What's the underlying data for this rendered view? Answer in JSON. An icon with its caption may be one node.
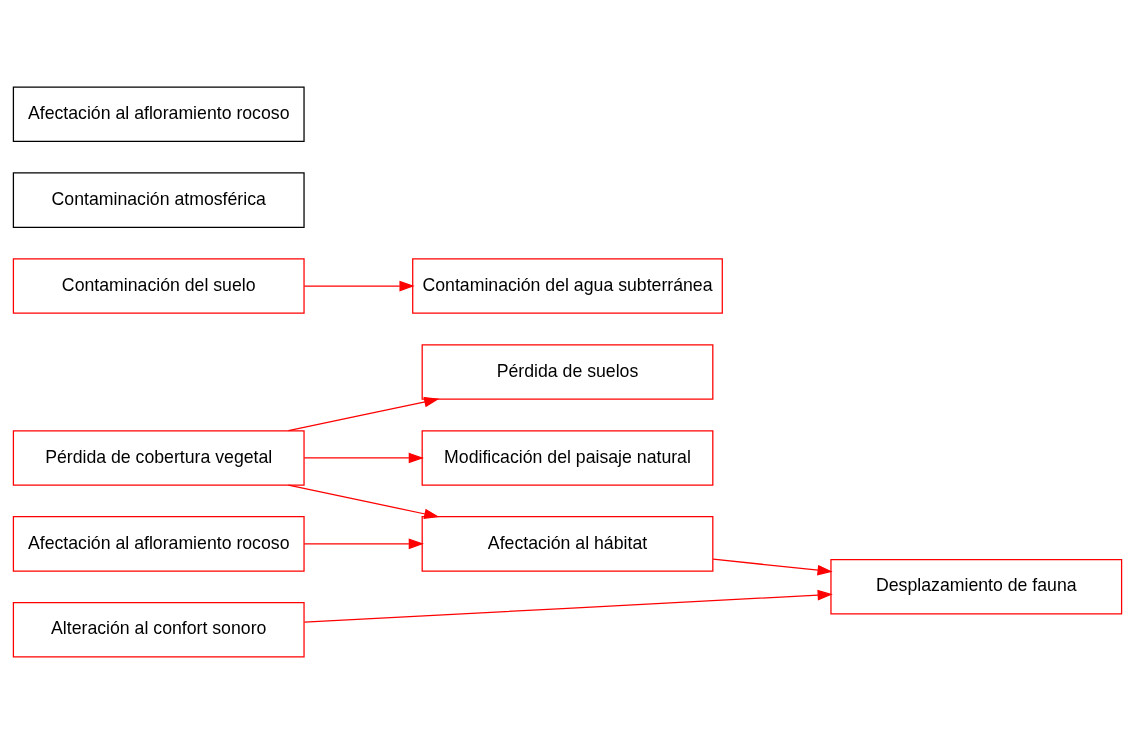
{
  "diagram": {
    "nodes": [
      {
        "text": [
          "Pérdida de cobertura vegetal"
        ]
      },
      {
        "text": [
          "Afectación al afloramiento rocoso"
        ]
      },
      {
        "text": [
          "Alteración al confort sonoro"
        ]
      },
      {
        "text": [
          "Contaminación del suelo"
        ]
      },
      {
        "text": [
          "Contaminación atmosférica"
        ]
      },
      {
        "text": [
          "Afectación al afloramiento rocoso"
        ]
      },
      {
        "text": [
          "Pérdida de suelos"
        ]
      },
      {
        "text": [
          "Afectación al hábitat"
        ]
      },
      {
        "text": [
          "Modificación del paisaje natural"
        ]
      },
      {
        "text": [
          "Contaminación del agua subterránea"
        ]
      },
      {
        "text": [
          "Desplazamiento de fauna"
        ]
      }
    ],
    "edges": [
      {
        "from": 0,
        "to": 6,
        "arrow": "to"
      },
      {
        "from": 0,
        "to": 7,
        "arrow": "to"
      },
      {
        "from": 0,
        "to": 8,
        "arrow": "to"
      },
      {
        "from": 1,
        "to": 7,
        "arrow": "to"
      },
      {
        "from": 7,
        "to": 10,
        "arrow": "to"
      },
      {
        "from": 2,
        "to": 10,
        "arrow": "to"
      },
      {
        "from": 3,
        "to": 9,
        "arrow": "to"
      }
    ]
  }
}
